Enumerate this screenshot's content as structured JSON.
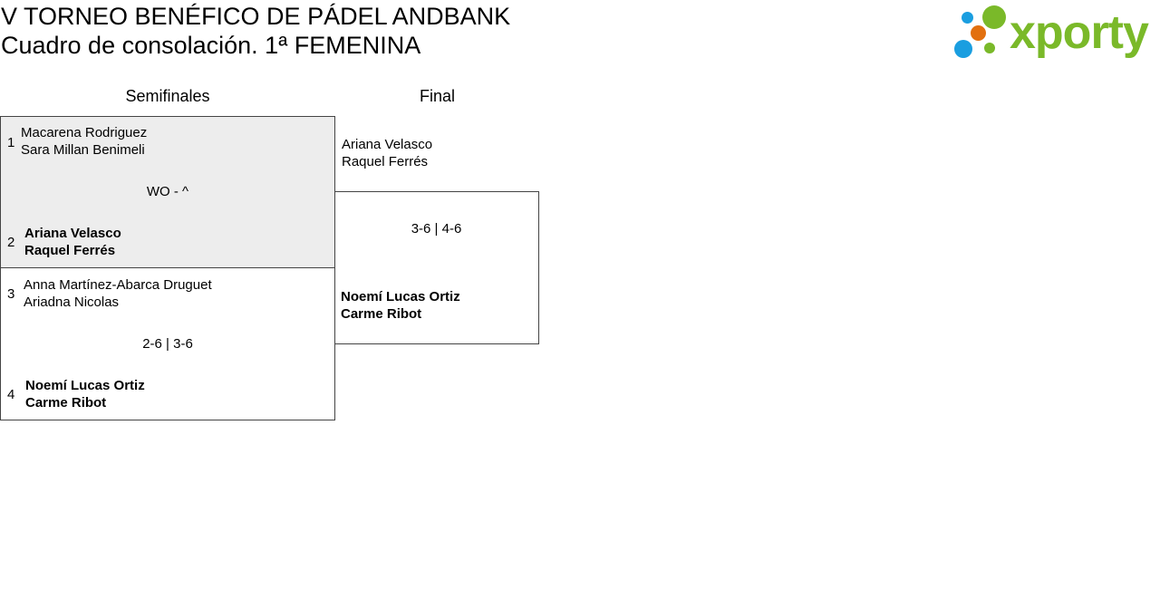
{
  "title": "V TORNEO BENÉFICO DE PÁDEL ANDBANK",
  "subtitle": "Cuadro de consolación. 1ª FEMENINA",
  "logo": "xporty",
  "rounds": [
    "Semifinales",
    "Final"
  ],
  "semis": [
    {
      "seed1": "1",
      "team1": [
        "Macarena Rodriguez",
        "Sara Millan Benimeli"
      ],
      "score": "WO - ^",
      "seed2": "2",
      "team2": [
        "Ariana Velasco",
        "Raquel Ferrés"
      ],
      "winner": 2
    },
    {
      "seed1": "3",
      "team1": [
        "Anna Martínez-Abarca Druguet",
        "Ariadna Nicolas"
      ],
      "score": "2-6 | 3-6",
      "seed2": "4",
      "team2": [
        "Noemí Lucas Ortiz",
        "Carme Ribot"
      ],
      "winner": 2
    }
  ],
  "final": {
    "team1": [
      "Ariana Velasco",
      "Raquel Ferrés"
    ],
    "score": "3-6 | 4-6",
    "team2": [
      "Noemí Lucas Ortiz",
      "Carme Ribot"
    ],
    "winner": 2
  }
}
